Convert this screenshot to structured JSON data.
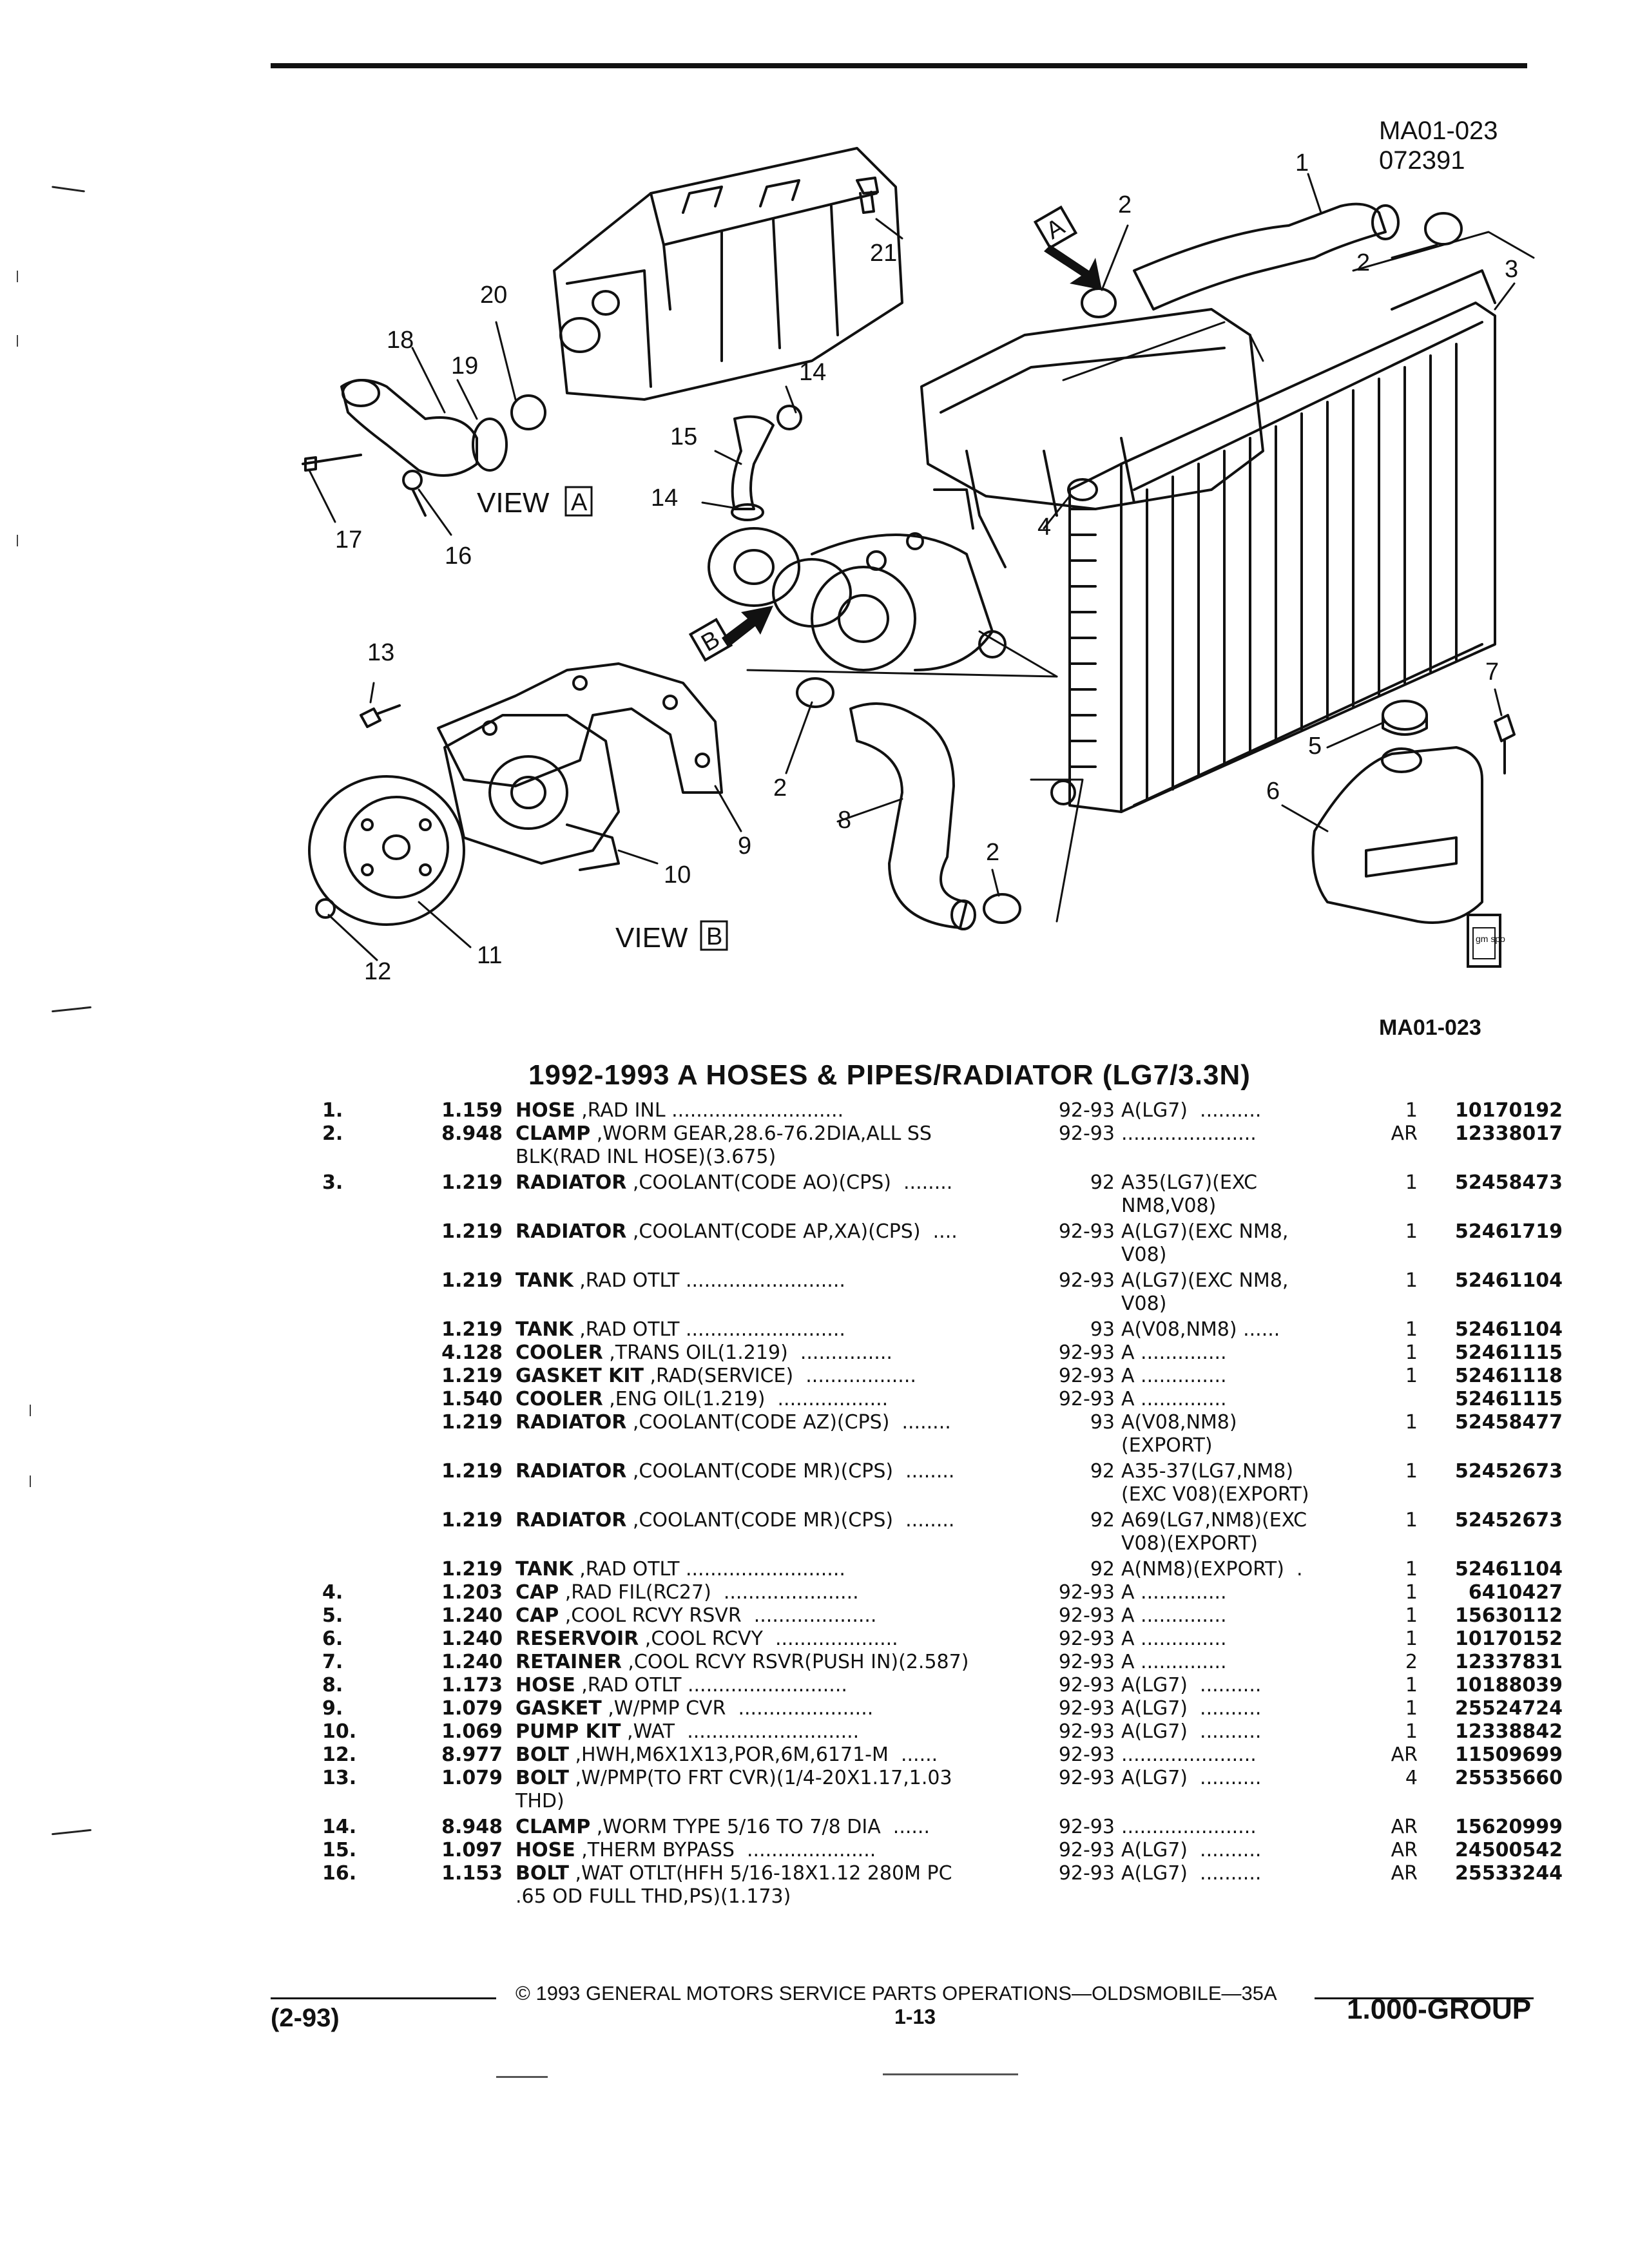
{
  "figure": {
    "code": "MA01-023",
    "date_code": "072391",
    "ref_code": "MA01-023",
    "view_a_label": "VIEW",
    "view_a_letter": "A",
    "view_b_label": "VIEW",
    "view_b_letter": "B",
    "arrow_a_letter": "A",
    "arrow_b_letter": "B",
    "badge_text": "gm spo",
    "callouts": [
      "1",
      "2",
      "2",
      "3",
      "21",
      "20",
      "18",
      "19",
      "14",
      "15",
      "14",
      "17",
      "16",
      "4",
      "13",
      "2",
      "8",
      "9",
      "10",
      "2",
      "11",
      "12",
      "5",
      "6",
      "7"
    ]
  },
  "section_title": "1992-1993 A HOSES & PIPES/RADIATOR (LG7/3.3N)",
  "parts": [
    {
      "ref": "1.",
      "group": "1.159",
      "name": "HOSE",
      "desc": " ,RAD INL ............................",
      "years": "92-93",
      "usage": "A(LG7)  ..........",
      "qty": "1",
      "part_no": "10170192"
    },
    {
      "ref": "2.",
      "group": "8.948",
      "name": "CLAMP",
      "desc": " ,WORM GEAR,28.6-76.2DIA,ALL SS\nBLK(RAD INL HOSE)(3.675)",
      "years": "92-93",
      "usage": "......................",
      "qty": "AR",
      "part_no": "12338017"
    },
    {
      "ref": "3.",
      "group": "1.219",
      "name": "RADIATOR",
      "desc": " ,COOLANT(CODE AO)(CPS)  ........",
      "years": "92",
      "usage": "A35(LG7)(EXC\nNM8,V08)",
      "qty": "1",
      "part_no": "52458473"
    },
    {
      "ref": "",
      "group": "1.219",
      "name": "RADIATOR",
      "desc": " ,COOLANT(CODE AP,XA)(CPS)  ....",
      "years": "92-93",
      "usage": "A(LG7)(EXC NM8,\nV08)",
      "qty": "1",
      "part_no": "52461719"
    },
    {
      "ref": "",
      "group": "1.219",
      "name": "TANK",
      "desc": " ,RAD OTLT ..........................",
      "years": "92-93",
      "usage": "A(LG7)(EXC NM8,\nV08)",
      "qty": "1",
      "part_no": "52461104"
    },
    {
      "ref": "",
      "group": "1.219",
      "name": "TANK",
      "desc": " ,RAD OTLT ..........................",
      "years": "93",
      "usage": "A(V08,NM8) ......",
      "qty": "1",
      "part_no": "52461104"
    },
    {
      "ref": "",
      "group": "4.128",
      "name": "COOLER",
      "desc": " ,TRANS OIL(1.219)  ...............",
      "years": "92-93",
      "usage": "A ..............",
      "qty": "1",
      "part_no": "52461115"
    },
    {
      "ref": "",
      "group": "1.219",
      "name": "GASKET KIT",
      "desc": " ,RAD(SERVICE)  ..................",
      "years": "92-93",
      "usage": "A ..............",
      "qty": "1",
      "part_no": "52461118"
    },
    {
      "ref": "",
      "group": "1.540",
      "name": "COOLER",
      "desc": " ,ENG OIL(1.219)  ..................",
      "years": "92-93",
      "usage": "A ..............",
      "qty": "",
      "part_no": "52461115"
    },
    {
      "ref": "",
      "group": "1.219",
      "name": "RADIATOR",
      "desc": " ,COOLANT(CODE AZ)(CPS)  ........",
      "years": "93",
      "usage": "A(V08,NM8)\n(EXPORT)",
      "qty": "1",
      "part_no": "52458477"
    },
    {
      "ref": "",
      "group": "1.219",
      "name": "RADIATOR",
      "desc": " ,COOLANT(CODE MR)(CPS)  ........",
      "years": "92",
      "usage": "A35-37(LG7,NM8)\n(EXC V08)(EXPORT)",
      "qty": "1",
      "part_no": "52452673"
    },
    {
      "ref": "",
      "group": "1.219",
      "name": "RADIATOR",
      "desc": " ,COOLANT(CODE MR)(CPS)  ........",
      "years": "92",
      "usage": "A69(LG7,NM8)(EXC\nV08)(EXPORT)",
      "qty": "1",
      "part_no": "52452673"
    },
    {
      "ref": "",
      "group": "1.219",
      "name": "TANK",
      "desc": " ,RAD OTLT ..........................",
      "years": "92",
      "usage": "A(NM8)(EXPORT)  .",
      "qty": "1",
      "part_no": "52461104"
    },
    {
      "ref": "4.",
      "group": "1.203",
      "name": "CAP",
      "desc": " ,RAD FIL(RC27)  ......................",
      "years": "92-93",
      "usage": "A ..............",
      "qty": "1",
      "part_no": "6410427"
    },
    {
      "ref": "5.",
      "group": "1.240",
      "name": "CAP",
      "desc": " ,COOL RCVY RSVR  ....................",
      "years": "92-93",
      "usage": "A ..............",
      "qty": "1",
      "part_no": "15630112"
    },
    {
      "ref": "6.",
      "group": "1.240",
      "name": "RESERVOIR",
      "desc": " ,COOL RCVY  ....................",
      "years": "92-93",
      "usage": "A ..............",
      "qty": "1",
      "part_no": "10170152"
    },
    {
      "ref": "7.",
      "group": "1.240",
      "name": "RETAINER",
      "desc": " ,COOL RCVY RSVR(PUSH IN)(2.587)",
      "years": "92-93",
      "usage": "A ..............",
      "qty": "2",
      "part_no": "12337831"
    },
    {
      "ref": "8.",
      "group": "1.173",
      "name": "HOSE",
      "desc": " ,RAD OTLT ..........................",
      "years": "92-93",
      "usage": "A(LG7)  ..........",
      "qty": "1",
      "part_no": "10188039"
    },
    {
      "ref": "9.",
      "group": "1.079",
      "name": "GASKET",
      "desc": " ,W/PMP CVR  ......................",
      "years": "92-93",
      "usage": "A(LG7)  ..........",
      "qty": "1",
      "part_no": "25524724"
    },
    {
      "ref": "10.",
      "group": "1.069",
      "name": "PUMP KIT",
      "desc": " ,WAT  ............................",
      "years": "92-93",
      "usage": "A(LG7)  ..........",
      "qty": "1",
      "part_no": "12338842"
    },
    {
      "ref": "12.",
      "group": "8.977",
      "name": "BOLT",
      "desc": " ,HWH,M6X1X13,POR,6M,6171-M  ......",
      "years": "92-93",
      "usage": "......................",
      "qty": "AR",
      "part_no": "11509699"
    },
    {
      "ref": "13.",
      "group": "1.079",
      "name": "BOLT",
      "desc": " ,W/PMP(TO FRT CVR)(1/4-20X1.17,1.03\nTHD)",
      "years": "92-93",
      "usage": "A(LG7)  ..........",
      "qty": "4",
      "part_no": "25535660"
    },
    {
      "ref": "14.",
      "group": "8.948",
      "name": "CLAMP",
      "desc": " ,WORM TYPE 5/16 TO 7/8 DIA  ......",
      "years": "92-93",
      "usage": "......................",
      "qty": "AR",
      "part_no": "15620999"
    },
    {
      "ref": "15.",
      "group": "1.097",
      "name": "HOSE",
      "desc": " ,THERM BYPASS  .....................",
      "years": "92-93",
      "usage": "A(LG7)  ..........",
      "qty": "AR",
      "part_no": "24500542"
    },
    {
      "ref": "16.",
      "group": "1.153",
      "name": "BOLT",
      "desc": " ,WAT OTLT(HFH 5/16-18X1.12 280M PC\n.65 OD FULL THD,PS)(1.173)",
      "years": "92-93",
      "usage": "A(LG7)  ..........",
      "qty": "AR",
      "part_no": "25533244"
    }
  ],
  "footer": {
    "copyright": "©  1993  GENERAL MOTORS SERVICE PARTS OPERATIONS—OLDSMOBILE—35A",
    "date": "(2-93)",
    "page": "1-13",
    "group": "1.000-GROUP"
  }
}
